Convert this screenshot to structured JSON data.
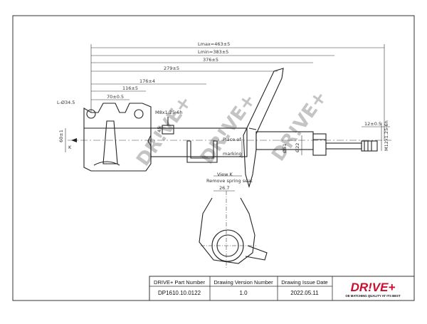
{
  "dimensions": {
    "lmax": "Lmax=463±5",
    "lmin": "Lmin=383±5",
    "d376": "376±5",
    "d279": "279±5",
    "d176": "176±4",
    "d116": "116±5",
    "d70": "70±0.5",
    "bore": "L-Ø34.5",
    "d60": "60±1",
    "m8": "M8x1.25-6h",
    "d45": "45",
    "placeof": "Place of",
    "marking": "marking",
    "d51": "Ø51",
    "d22": "Ø22",
    "d12": "12±0.5",
    "m12": "M12x1.25-6h",
    "k": "K",
    "view": "View K",
    "remove": "Remove spring seat",
    "d267": "26.7"
  },
  "watermark": {
    "text": "DR!VE+"
  },
  "titleblock": {
    "headers": [
      "DRIVE+ Part Number",
      "Drawing Version  Number",
      "Drawing Issue Date"
    ],
    "values": [
      "DP1610.10.0122",
      "1.0",
      "2022.05.11"
    ],
    "logo": "DR!VE+",
    "tagline": "OE MATCHING QUALITY AT ITS BEST"
  },
  "colors": {
    "line": "#222222",
    "accent": "#c8102e",
    "background": "#ffffff",
    "watermark": "#bbbbbb"
  }
}
